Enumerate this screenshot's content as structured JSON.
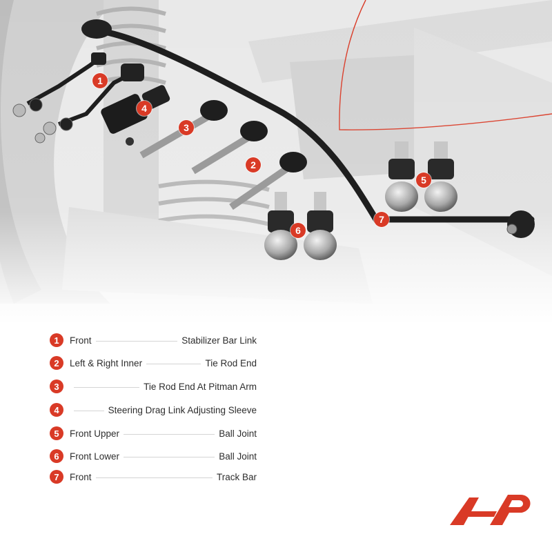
{
  "brand": {
    "accent": "#d93a26",
    "logo_icon": "ap-brand-logo"
  },
  "scene": {
    "background_icon": "vehicle-front-suspension-photo",
    "callouts": [
      "1",
      "4",
      "3",
      "2",
      "5",
      "6",
      "7"
    ]
  },
  "legend": {
    "items": [
      {
        "num": "1",
        "left": "Front",
        "right": "Stabilizer Bar Link"
      },
      {
        "num": "2",
        "left": "Left & Right Inner",
        "right": "Tie Rod End"
      },
      {
        "num": "3",
        "left": "",
        "right": "Tie Rod End At Pitman Arm"
      },
      {
        "num": "4",
        "left": "",
        "right": "Steering Drag Link Adjusting Sleeve"
      },
      {
        "num": "5",
        "left": "Front Upper",
        "right": "Ball Joint"
      },
      {
        "num": "6",
        "left": "Front Lower",
        "right": "Ball Joint"
      },
      {
        "num": "7",
        "left": "Front",
        "right": "Track Bar"
      }
    ]
  }
}
